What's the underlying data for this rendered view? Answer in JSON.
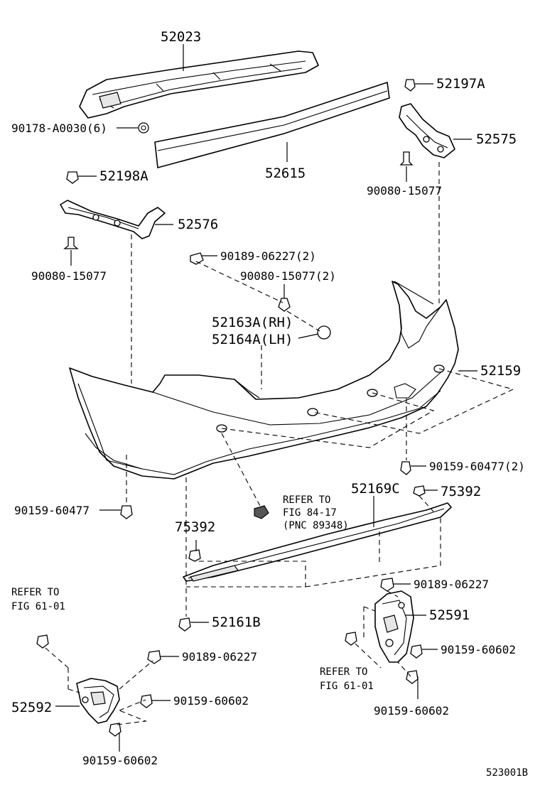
{
  "labels": {
    "p52023": "52023",
    "p90178": "90178-A0030(6)",
    "p52615": "52615",
    "p52197A": "52197A",
    "p52575": "52575",
    "p90080_r": "90080-15077",
    "p52198A": "52198A",
    "p52576": "52576",
    "p90080_l": "90080-15077",
    "p90189_2": "90189-06227(2)",
    "p90080_2": "90080-15077(2)",
    "p52163A": "52163A(RH)",
    "p52164A": "52164A(LH)",
    "p52159": "52159",
    "p90159_2": "90159-60477(2)",
    "p90159_l": "90159-60477",
    "refer_84_1": "REFER TO",
    "refer_84_2": "FIG 84-17",
    "refer_84_3": "(PNC 89348)",
    "p52169C": "52169C",
    "p75392_r": "75392",
    "p75392_l": "75392",
    "p90189_r": "90189-06227",
    "refer_61_l1": "REFER TO",
    "refer_61_l2": "FIG 61-01",
    "p52591": "52591",
    "p52161B": "52161B",
    "p90189_l": "90189-06227",
    "p90159_602_r1": "90159-60602",
    "refer_61_r1": "REFER TO",
    "refer_61_r2": "FIG 61-01",
    "p52592": "52592",
    "p90159_602_l1": "90159-60602",
    "p90159_602_r2": "90159-60602",
    "p90159_602_l2": "90159-60602",
    "diagram_id": "523001B"
  }
}
